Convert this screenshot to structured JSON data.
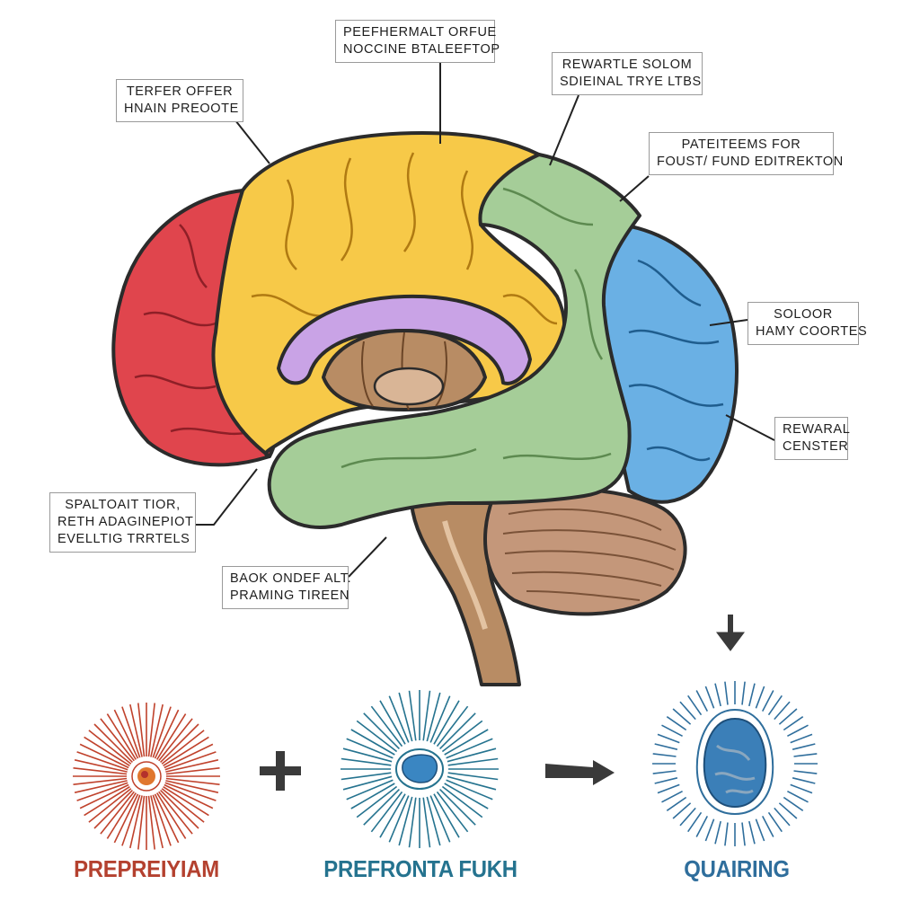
{
  "labels": {
    "top_center": [
      "PEEFHERMALT ORFUE",
      "NOCCINE BTALEEFTOP"
    ],
    "top_left": [
      "TERFER OFFER",
      "HNAIN PREOOTE"
    ],
    "top_right": [
      "REWARTLE SOLOM",
      "SDIEINAL TRYE LTBS"
    ],
    "right_upper": [
      "PATEITEEMS FOR",
      "FOUST/ FUND EDITREKTON"
    ],
    "right_middle": [
      "SOLOOR",
      "HAMY COORTES"
    ],
    "right_lower": [
      "REWARAL",
      "CENSTER"
    ],
    "left_lower": [
      "SPALTOAIT TIOR,",
      "RETH ADAGINEPIOT",
      "EVELLTIG TRRTELS"
    ],
    "bottom_center": [
      "BAOK ONDEF ALT.",
      "PRAMING TIREEN"
    ]
  },
  "process": {
    "operator_plus": "+",
    "captions": [
      "PREPREIYIAM",
      "PREFRONTA FUKH",
      "QUAIRING"
    ]
  },
  "colors": {
    "frontal_red": "#e0454d",
    "parietal_yellow": "#f7c948",
    "temporal_green": "#a5cd98",
    "occipital_blue": "#6ab0e4",
    "limbic_purple": "#c9a3e6",
    "midbrain_brown": "#b88c64",
    "cerebellum_brown": "#c4977a",
    "caption_red": "#b4412f",
    "caption_teal": "#25738f",
    "caption_blue": "#2f6e9c",
    "leader_line": "#222222"
  }
}
